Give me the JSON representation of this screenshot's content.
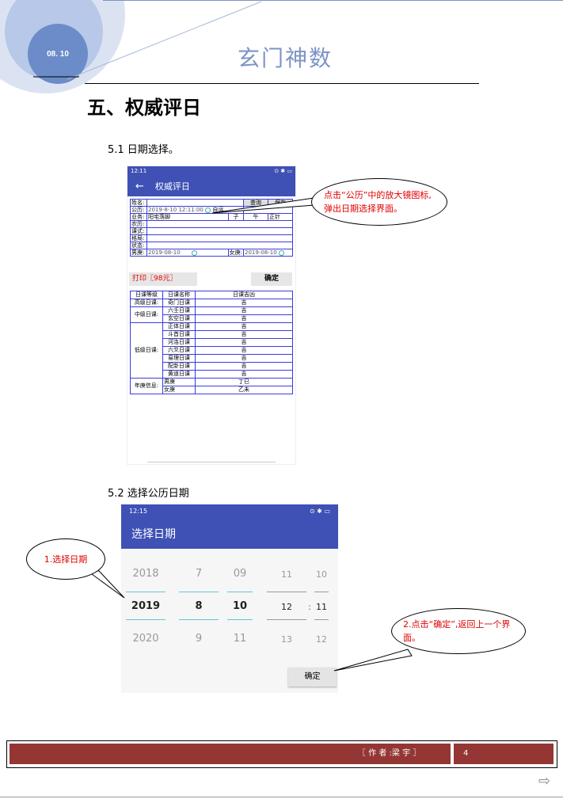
{
  "header": {
    "date": "08. 10",
    "title": "玄门神数"
  },
  "section_title": "五、权威评日",
  "sub1": "5.1 日期选择。",
  "sub2": "5.2  选择公历日期",
  "phone1": {
    "status_time": "12:11",
    "status_icons": "⊙ ✱ ▭",
    "back_arrow": "←",
    "title": "权威评日",
    "form": {
      "name_label": "姓名:",
      "query_btn": "查询",
      "save_btn": "保存",
      "gongli_label": "公历:",
      "gongli_value": "2019-8-10 12:11:00",
      "gongli_suffix": "自运",
      "yewu_label": "业务:",
      "yewu_value": "阳宅落脚",
      "zi": "子",
      "wu": "午",
      "zhengzhen": "正针",
      "nongli_label": "农历:",
      "keshi_label": "课式:",
      "geju_label": "格局:",
      "zhuangtai_label": "状态:",
      "nangeng_label": "男庚:",
      "nangeng_value": "2019-08-10",
      "nvgeng_label": "女庚:",
      "nvgeng_value": "2019-08-10"
    },
    "print_btn": "打印〖98元〗",
    "confirm_btn": "确定",
    "table": {
      "headers": [
        "日课等级",
        "日课名称",
        "日课吉凶"
      ],
      "rows": [
        {
          "level": "高级日课:",
          "name": "奇门日课",
          "result": "吉"
        },
        {
          "level": "中级日课:",
          "name": "六壬日课",
          "result": "吉"
        },
        {
          "level": "",
          "name": "玄空日课",
          "result": "吉"
        },
        {
          "level": "低级日课:",
          "name": "正体日课",
          "result": "吉"
        },
        {
          "level": "",
          "name": "斗首日课",
          "result": "吉"
        },
        {
          "level": "",
          "name": "河洛日课",
          "result": "吉"
        },
        {
          "level": "",
          "name": "六爻日课",
          "result": "吉"
        },
        {
          "level": "",
          "name": "易理日课",
          "result": "吉"
        },
        {
          "level": "",
          "name": "配卦日课",
          "result": "吉"
        },
        {
          "level": "",
          "name": "黄道日课",
          "result": "吉"
        },
        {
          "level": "年庚信息:",
          "name": "男庚",
          "result": "丁巳"
        },
        {
          "level": "",
          "name": "女庚",
          "result": "乙未"
        }
      ]
    }
  },
  "callout1": "点击“公历”中的放大镜图标,弹出日期选择界面。",
  "phone2": {
    "status_time": "12:15",
    "status_icons": "⊙ ✱ ▭",
    "title": "选择日期",
    "years": [
      "2018",
      "2019",
      "2020"
    ],
    "months": [
      "7",
      "8",
      "9"
    ],
    "days": [
      "09",
      "10",
      "11"
    ],
    "hours": [
      "11",
      "12",
      "13"
    ],
    "colon": ":",
    "minutes": [
      "10",
      "11",
      "12"
    ],
    "confirm_btn": "确定"
  },
  "callout2": "1.选择日期",
  "callout3": "2.点击“确定”,返回上一个界面。",
  "footer": {
    "author": "〖 作 者 :梁 宇 〗",
    "page": "4"
  },
  "next_arrow": "⇨"
}
